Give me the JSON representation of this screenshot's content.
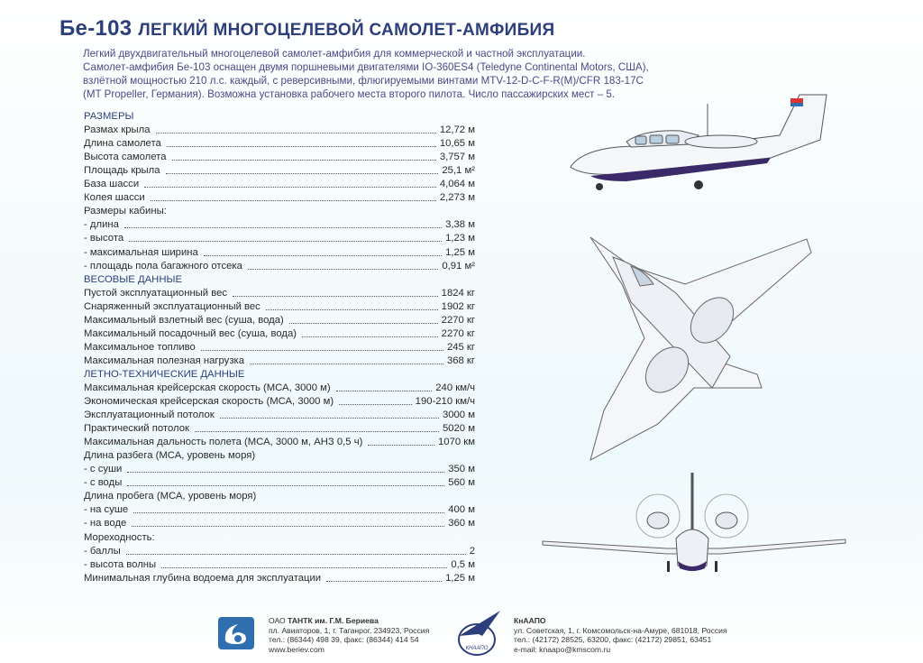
{
  "title": {
    "model": "Бе-103",
    "subtitle": "ЛЕГКИЙ МНОГОЦЕЛЕВОЙ САМОЛЕТ-АМФИБИЯ"
  },
  "intro": [
    "Легкий двухдвигательный многоцелевой самолет-амфибия  для коммерческой и частной эксплуатации.",
    "Самолет-амфибия Бе-103 оснащен двумя поршневыми двигателями IO-360ES4 (Teledyne Continental Motors, США),",
    "взлётной мощностью 210 л.с. каждый, с реверсивными, флюгируемыми винтами MTV-12-D-C-F-R(M)/CFR 183-17C",
    "(MT Propeller, Германия). Возможна установка рабочего места второго пилота. Число пассажирских мест – 5."
  ],
  "specs": [
    {
      "type": "head",
      "label": "РАЗМЕРЫ"
    },
    {
      "type": "item",
      "label": "Размах крыла",
      "value": "12,72 м"
    },
    {
      "type": "item",
      "label": "Длина самолета",
      "value": "10,65 м"
    },
    {
      "type": "item",
      "label": "Высота самолета",
      "value": "3,757 м"
    },
    {
      "type": "item",
      "label": "Площадь крыла",
      "value": "25,1 м²"
    },
    {
      "type": "item",
      "label": "База шасси",
      "value": "4,064 м"
    },
    {
      "type": "item",
      "label": "Колея шасси",
      "value": "2,273 м"
    },
    {
      "type": "sub",
      "label": "Размеры кабины:"
    },
    {
      "type": "item",
      "label": " - длина",
      "value": "3,38 м"
    },
    {
      "type": "item",
      "label": " - высота",
      "value": "1,23 м"
    },
    {
      "type": "item",
      "label": " - максимальная ширина",
      "value": "1,25 м"
    },
    {
      "type": "item",
      "label": " - площадь пола багажного отсека",
      "value": "0,91 м²"
    },
    {
      "type": "head",
      "label": "ВЕСОВЫЕ ДАННЫЕ"
    },
    {
      "type": "item",
      "label": "Пустой эксплуатационный вес",
      "value": "1824 кг"
    },
    {
      "type": "item",
      "label": "Снаряженный эксплуатационный вес",
      "value": "1902 кг"
    },
    {
      "type": "item",
      "label": "Максимальный взлетный вес (суша, вода)",
      "value": "2270 кг"
    },
    {
      "type": "item",
      "label": "Максимальный посадочный вес (суша, вода)",
      "value": "2270 кг"
    },
    {
      "type": "item",
      "label": "Максимальное топливо",
      "value": "245 кг"
    },
    {
      "type": "item",
      "label": "Максимальная полезная нагрузка",
      "value": "368 кг"
    },
    {
      "type": "head",
      "label": "ЛЕТНО-ТЕХНИЧЕСКИЕ ДАННЫЕ"
    },
    {
      "type": "item",
      "label": "Максимальная крейсерская скорость (МСА, 3000 м)",
      "value": "240  км/ч"
    },
    {
      "type": "item",
      "label": "Экономическая крейсерская скорость (МСА, 3000 м)",
      "value": "190-210 км/ч"
    },
    {
      "type": "item",
      "label": "Эксплуатационный потолок",
      "value": "3000 м"
    },
    {
      "type": "item",
      "label": "Практический потолок",
      "value": "5020 м"
    },
    {
      "type": "item",
      "label": "Максимальная дальность полета (МСА, 3000 м, АНЗ 0,5 ч)",
      "value": "1070 км"
    },
    {
      "type": "sub",
      "label": "Длина разбега (МСА, уровень моря)"
    },
    {
      "type": "item",
      "label": " - с суши",
      "value": "350 м"
    },
    {
      "type": "item",
      "label": " - с воды",
      "value": "560 м"
    },
    {
      "type": "sub",
      "label": "Длина пробега (МСА, уровень моря)"
    },
    {
      "type": "item",
      "label": " - на суше",
      "value": "400 м"
    },
    {
      "type": "item",
      "label": " - на воде",
      "value": "360 м"
    },
    {
      "type": "sub",
      "label": "Мореходность:"
    },
    {
      "type": "item",
      "label": " - баллы",
      "value": "2"
    },
    {
      "type": "item",
      "label": " - высота волны",
      "value": "0,5 м"
    },
    {
      "type": "item",
      "label": "Минимальная глубина водоема для эксплуатации",
      "value": "1,25 м"
    }
  ],
  "footer": {
    "beriev": {
      "name_prefix": "ОАО ",
      "name": "ТАНТК им. Г.М. Бериева",
      "address": "пл. Авиаторов, 1, г. Таганрог, 234923, Россия",
      "phone": "тел.: (86344) 498 39, факс: (86344) 414 54",
      "web": "www.beriev.com"
    },
    "knaapo": {
      "name": "КнААПО",
      "logo_text": "КНААПО",
      "address": "ул. Советская, 1, г. Комсомольск-на-Амуре, 681018, Россия",
      "phone": "тел.: (42172) 28525, 63200, факс: (42172) 29851, 63451",
      "email": "e-mail: knaapo@kmscom.ru"
    }
  },
  "colors": {
    "title": "#2c3f7c",
    "intro": "#4a4a8a",
    "accent_blue": "#2f6fb0"
  }
}
